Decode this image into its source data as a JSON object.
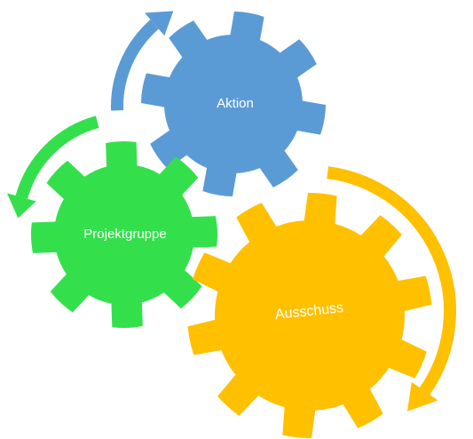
{
  "diagram": {
    "gears": [
      {
        "id": "aktion",
        "label": "Aktion",
        "color": "#5b9bd5"
      },
      {
        "id": "projektgruppe",
        "label": "Projektgruppe",
        "color": "#33e04c"
      },
      {
        "id": "ausschuss",
        "label": "Ausschuss",
        "color": "#ffc000"
      }
    ],
    "arrows": [
      {
        "id": "arrow-blue",
        "color": "#5b9bd5"
      },
      {
        "id": "arrow-green",
        "color": "#33e04c"
      },
      {
        "id": "arrow-yellow",
        "color": "#ffc000"
      }
    ]
  }
}
